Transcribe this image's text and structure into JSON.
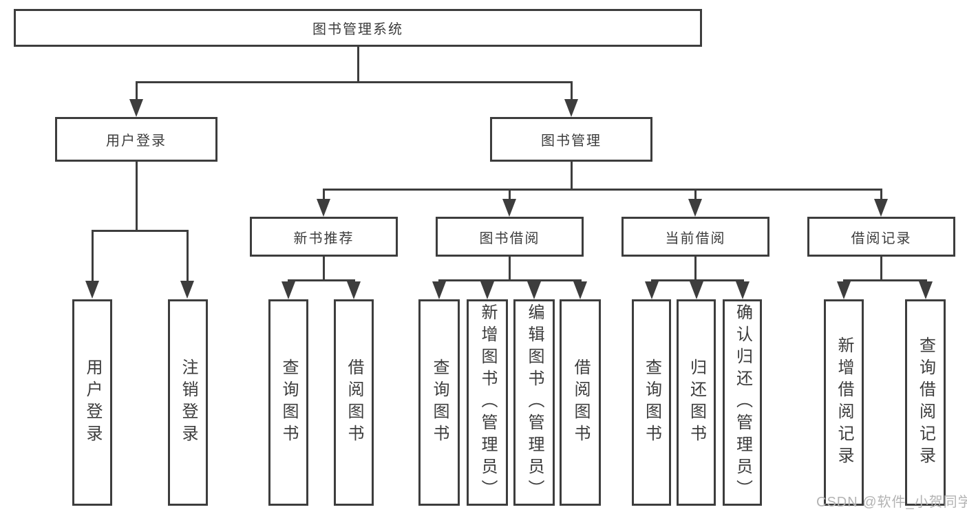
{
  "diagram_type": "hierarchy-tree",
  "colors": {
    "line": "#3d3d3d",
    "text": "#3c3c3c",
    "watermark_text": "#b3b3b3",
    "background": "#ffffff"
  },
  "watermark": {
    "text": "CSDN @软件_小贺同学"
  },
  "tree": {
    "label": "图书管理系统",
    "children": [
      {
        "label": "用户登录",
        "children": [
          {
            "label": "用户登录"
          },
          {
            "label": "注销登录"
          }
        ]
      },
      {
        "label": "图书管理",
        "children": [
          {
            "label": "新书推荐",
            "children": [
              {
                "label": "查询图书"
              },
              {
                "label": "借阅图书"
              }
            ]
          },
          {
            "label": "图书借阅",
            "children": [
              {
                "label": "查询图书"
              },
              {
                "label": "新增图书（管理员）"
              },
              {
                "label": "编辑图书（管理员）"
              },
              {
                "label": "借阅图书"
              }
            ]
          },
          {
            "label": "当前借阅",
            "children": [
              {
                "label": "查询图书"
              },
              {
                "label": "归还图书"
              },
              {
                "label": "确认归还（管理员）"
              }
            ]
          },
          {
            "label": "借阅记录",
            "children": [
              {
                "label": "新增借阅记录"
              },
              {
                "label": "查询借阅记录"
              }
            ]
          }
        ]
      }
    ]
  }
}
